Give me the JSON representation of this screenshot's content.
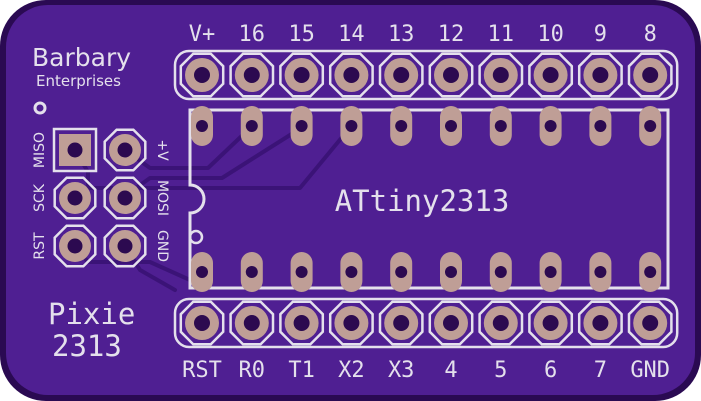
{
  "board": {
    "brand_line1": "Barbary",
    "brand_line2": "Enterprises",
    "name_line1": "Pixie",
    "name_line2": "2313",
    "chip_label": "ATtiny2313",
    "colors": {
      "edge": "#2a0a52",
      "board": "#4f1f92",
      "silk": "#e4e0ec",
      "pad": "#bf9e96",
      "hole": "#2c0a50",
      "trace": "#3b1377"
    }
  },
  "header_top": {
    "labels": [
      "V+",
      "16",
      "15",
      "14",
      "13",
      "12",
      "11",
      "10",
      "9",
      "8"
    ]
  },
  "header_bottom": {
    "labels": [
      "RST",
      "R0",
      "T1",
      "X2",
      "X3",
      "4",
      "5",
      "6",
      "7",
      "GND"
    ]
  },
  "icsp": {
    "left_labels": [
      "MISO",
      "SCK",
      "RST"
    ],
    "right_labels": [
      "+V",
      "MOSI",
      "GND"
    ]
  }
}
